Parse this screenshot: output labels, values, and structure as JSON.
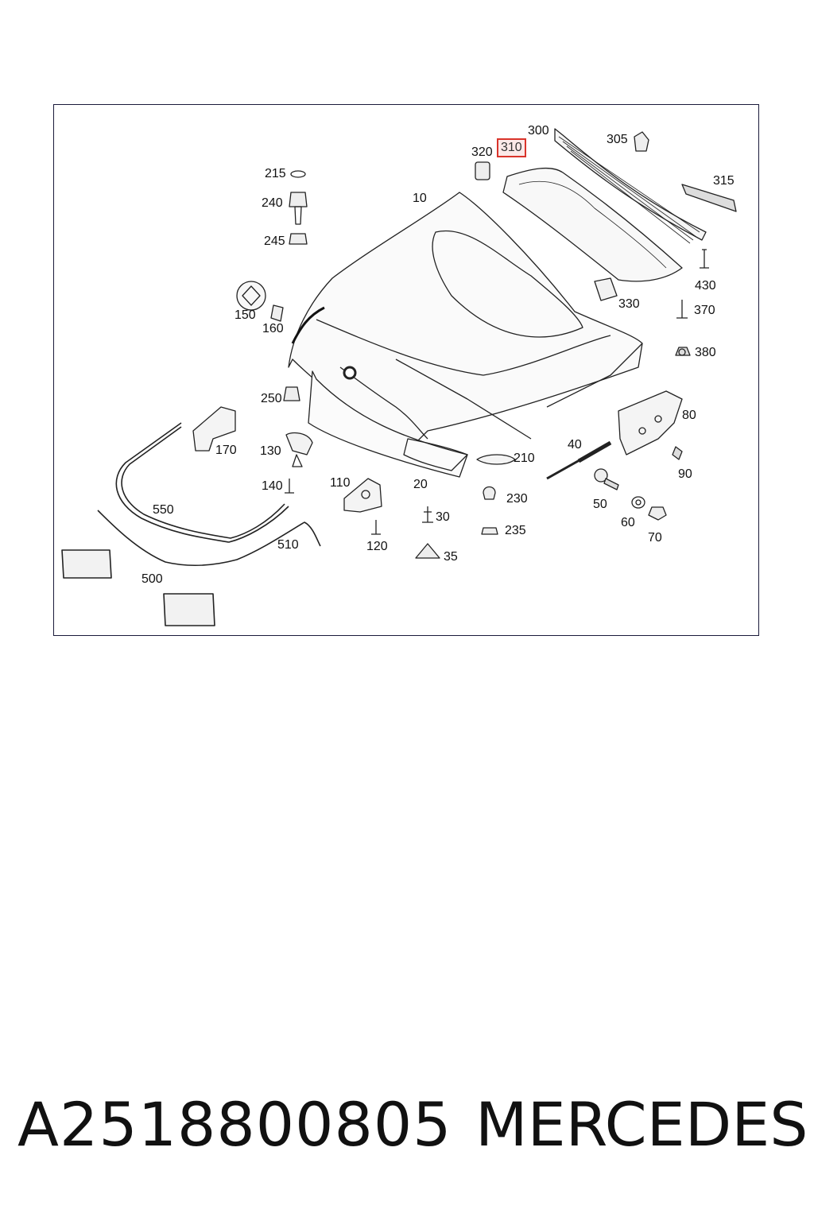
{
  "callouts": {
    "c10": "10",
    "c20": "20",
    "c30": "30",
    "c35": "35",
    "c40": "40",
    "c50": "50",
    "c60": "60",
    "c70": "70",
    "c80": "80",
    "c90": "90",
    "c110": "110",
    "c120": "120",
    "c130": "130",
    "c140": "140",
    "c150": "150",
    "c160": "160",
    "c170": "170",
    "c210": "210",
    "c215": "215",
    "c230": "230",
    "c235": "235",
    "c240": "240",
    "c245": "245",
    "c250": "250",
    "c300": "300",
    "c305": "305",
    "c310": "310",
    "c315": "315",
    "c320": "320",
    "c330": "330",
    "c370": "370",
    "c380": "380",
    "c430": "430",
    "c500": "500",
    "c510": "510",
    "c550": "550"
  },
  "highlighted_callout": "310",
  "caption": {
    "part_number": "A2518800805",
    "brand": "MERCEDES"
  },
  "colors": {
    "frame": "#1a1a3a",
    "highlight_border": "#d9342b",
    "line": "#222222"
  }
}
